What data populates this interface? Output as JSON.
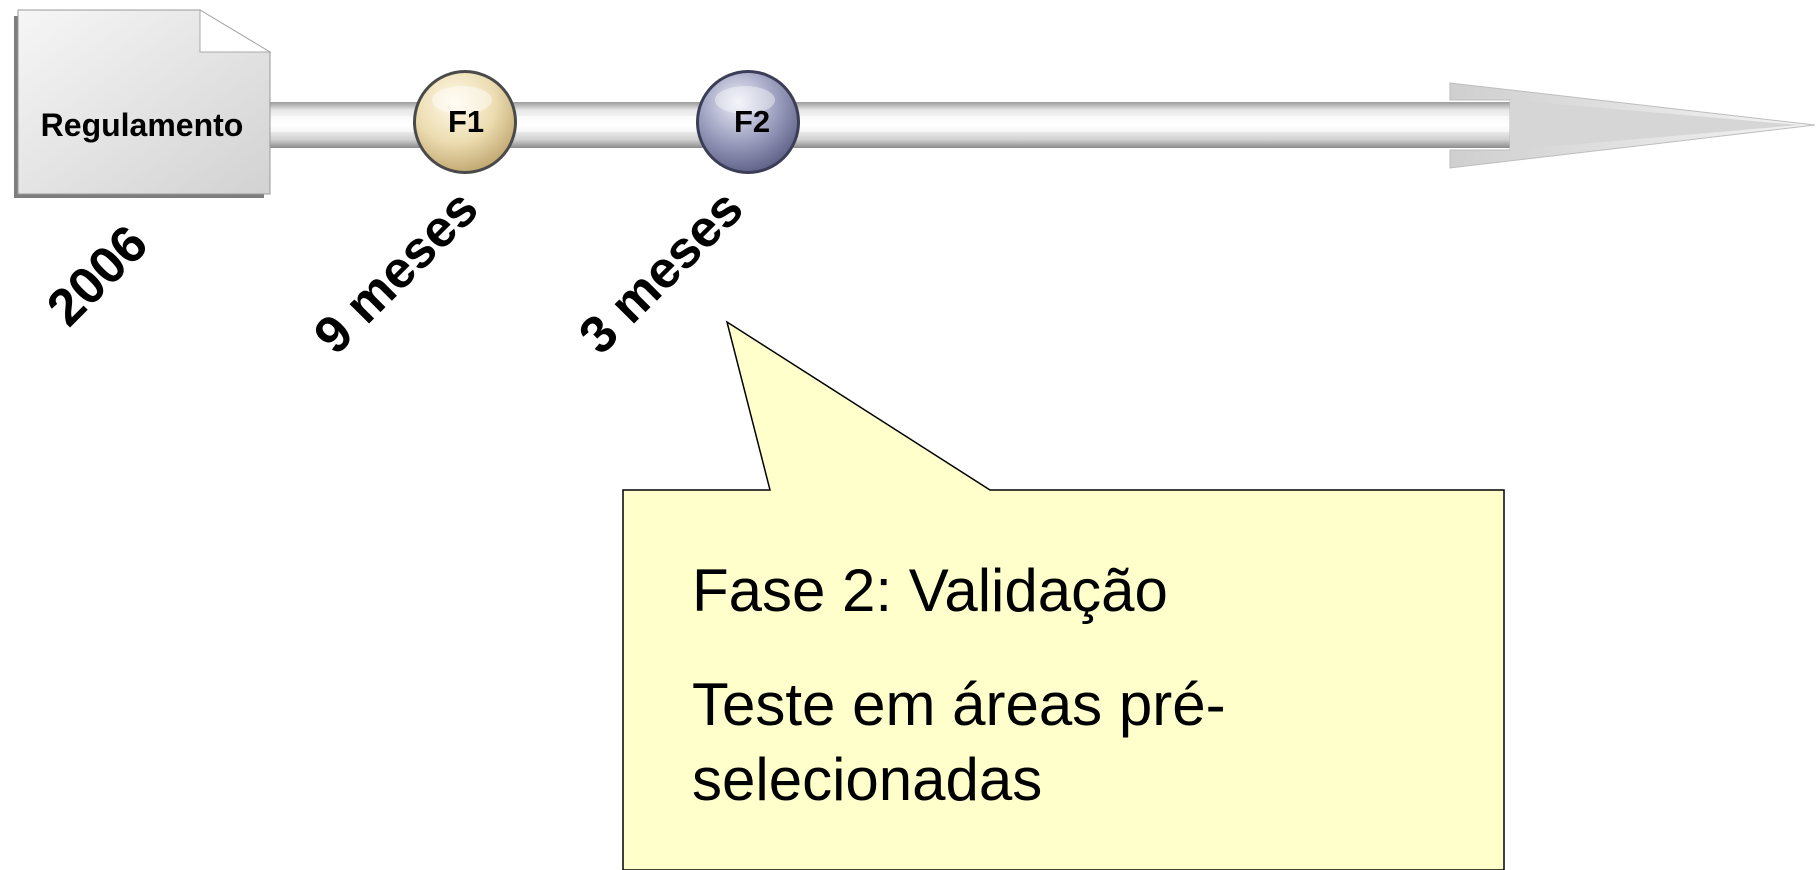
{
  "document": {
    "label": "Regulamento"
  },
  "milestones": [
    {
      "id": "F1",
      "label": "F1",
      "color": "#e6d4a6"
    },
    {
      "id": "F2",
      "label": "F2",
      "color": "#8c8fb2"
    }
  ],
  "durations": {
    "start": "2006",
    "f1": "9 meses",
    "f2": "3 meses"
  },
  "callout": {
    "title": "Fase 2: Validação",
    "body": "Teste em áreas pré-selecionadas",
    "background": "#ffffcc"
  }
}
